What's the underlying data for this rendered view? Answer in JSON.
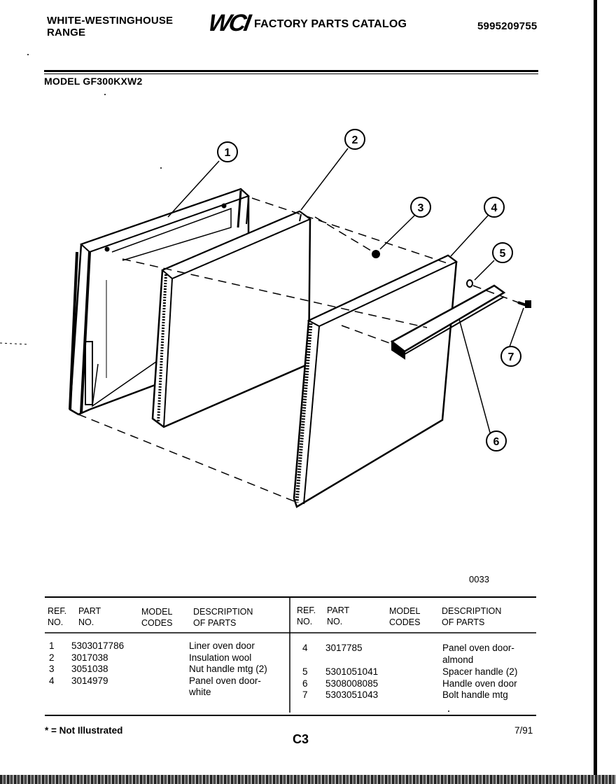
{
  "header": {
    "brand_line1": "WHITE-WESTINGHOUSE",
    "brand_line2": "RANGE",
    "logo": "WCI",
    "catalog_title": "FACTORY PARTS CATALOG",
    "catalog_number": "5995209755",
    "model_label": "MODEL GF300KXW2"
  },
  "diagram": {
    "callouts": [
      "1",
      "2",
      "3",
      "4",
      "5",
      "6",
      "7"
    ],
    "figure_code": "0033"
  },
  "table": {
    "headers_left": {
      "ref": [
        "REF.",
        "NO."
      ],
      "part": [
        "PART",
        "NO."
      ],
      "model": [
        "MODEL",
        "CODES"
      ],
      "desc": [
        "DESCRIPTION",
        "OF PARTS"
      ]
    },
    "headers_right": {
      "ref": [
        "REF.",
        "NO."
      ],
      "part": [
        "PART",
        "NO."
      ],
      "model": [
        "MODEL",
        "CODES"
      ],
      "desc": [
        "DESCRIPTION",
        "OF PARTS"
      ]
    },
    "left_rows": [
      {
        "ref": "1",
        "part": "5303017786",
        "desc": "Liner oven door"
      },
      {
        "ref": "2",
        "part": "3017038",
        "desc": "Insulation wool"
      },
      {
        "ref": "3",
        "part": "3051038",
        "desc": "Nut handle mtg (2)"
      },
      {
        "ref": "4",
        "part": "3014979",
        "desc": "Panel oven door-"
      },
      {
        "ref": "",
        "part": "",
        "desc": "white"
      }
    ],
    "right_rows": [
      {
        "ref": "4",
        "part": "3017785",
        "desc": "Panel oven door-"
      },
      {
        "ref": "",
        "part": "",
        "desc": "almond"
      },
      {
        "ref": "5",
        "part": "5301051041",
        "desc": "Spacer handle (2)"
      },
      {
        "ref": "6",
        "part": "5308008085",
        "desc": "Handle oven door"
      },
      {
        "ref": "7",
        "part": "5303051043",
        "desc": "Bolt handle mtg"
      }
    ]
  },
  "footer": {
    "note": "* = Not Illustrated",
    "page": "C3",
    "date": "7/91"
  }
}
